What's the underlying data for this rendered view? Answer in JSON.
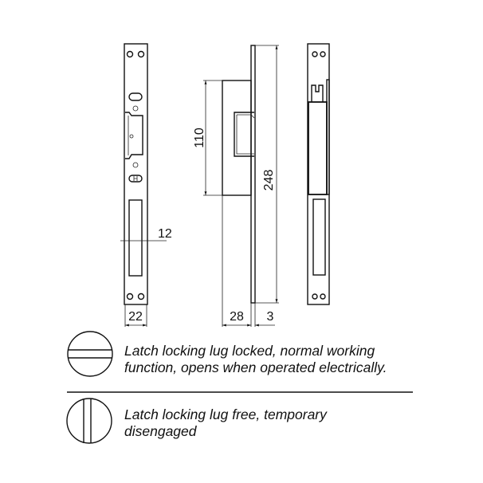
{
  "dimensions": {
    "width_plate": "22",
    "slot_offset": "12",
    "body_height": "110",
    "total_length": "248",
    "body_depth": "28",
    "plate_thickness": "3"
  },
  "legend": [
    {
      "icon": "horizontal-lug-icon",
      "line1": "Latch locking lug locked, normal working",
      "line2": "function, opens when operated electrically."
    },
    {
      "icon": "vertical-lug-icon",
      "line1": "Latch locking lug free, temporary",
      "line2": "disengaged"
    }
  ]
}
